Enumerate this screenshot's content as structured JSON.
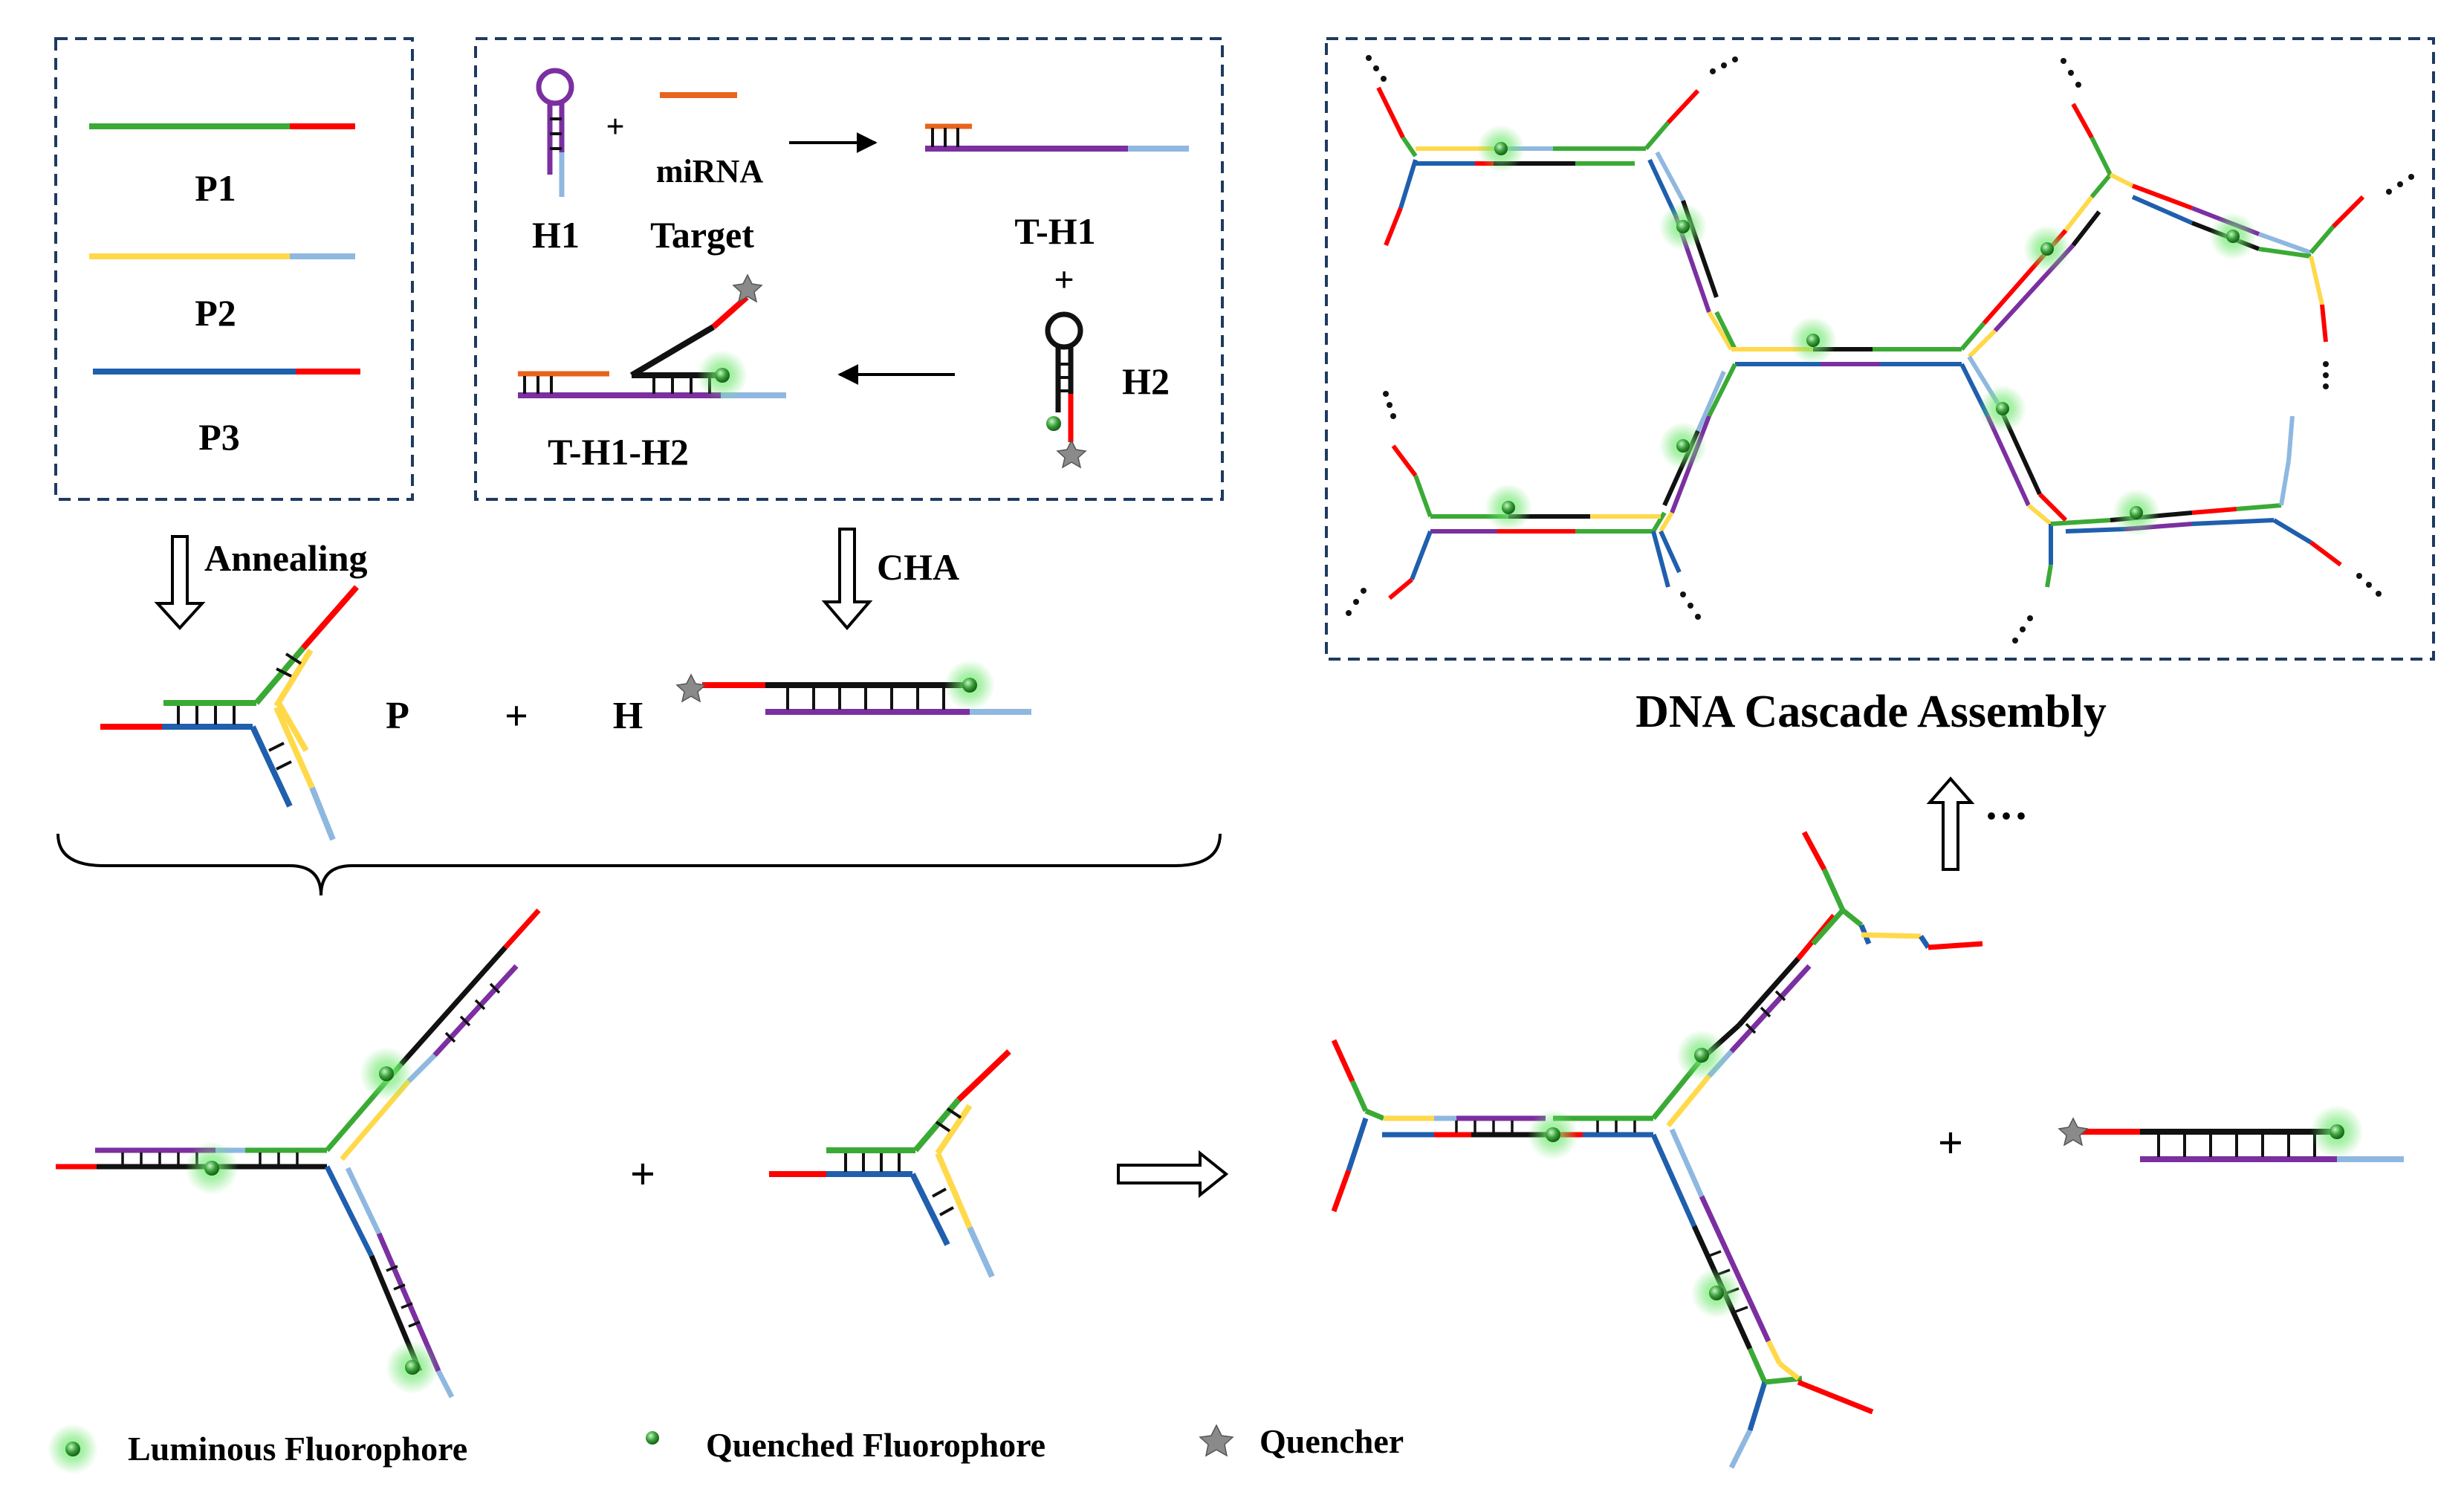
{
  "panels": {
    "strands": {
      "p1": "P1",
      "p2": "P2",
      "p3": "P3"
    },
    "cha_box": {
      "h1": "H1",
      "mirna": "miRNA",
      "target": "Target",
      "th1": "T-H1",
      "plus": "+",
      "h2": "H2",
      "th1h2": "T-H1-H2"
    },
    "assembly_title": "DNA Cascade Assembly"
  },
  "arrows": {
    "annealing": "Annealing",
    "cha": "CHA",
    "more": "···"
  },
  "middle": {
    "p": "P",
    "plus": "+",
    "h": "H"
  },
  "bottom": {
    "plus1": "+",
    "plus2": "+"
  },
  "legend": {
    "luminous": "Luminous Fluorophore",
    "quenched": "Quenched Fluorophore",
    "quencher": "Quencher"
  },
  "colors": {
    "green": "#3aaa35",
    "red": "#ff0000",
    "yellow": "#ffd94a",
    "lightblue": "#8fb8e0",
    "darkblue": "#1f5fad",
    "purple": "#7b2fa0",
    "orange": "#e8641c",
    "black": "#111111",
    "frame": "#1e3a5f"
  },
  "icons": [
    "luminous-fluorophore-icon",
    "quenched-fluorophore-icon",
    "quencher-star-icon",
    "hairpin-icon",
    "open-arrow-icon"
  ]
}
